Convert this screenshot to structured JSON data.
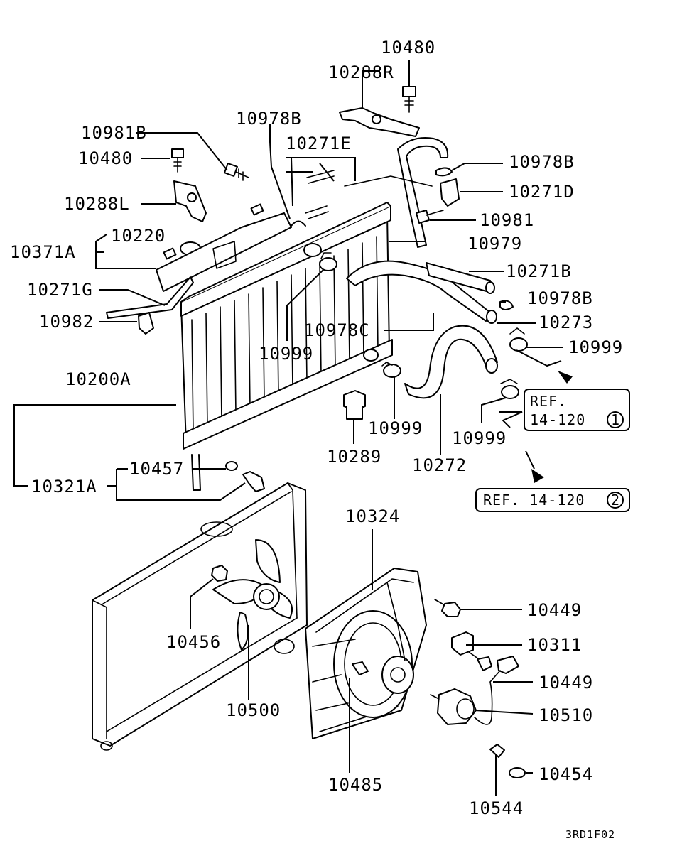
{
  "labels": {
    "l10480a": "10480",
    "l10288R": "10288R",
    "l10978Ba": "10978B",
    "l10981B": "10981B",
    "l10271E": "10271E",
    "l10480b": "10480",
    "l10978Bb": "10978B",
    "l10271D": "10271D",
    "l10288L": "10288L",
    "l10981": "10981",
    "l10220": "10220",
    "l10371A": "10371A",
    "l10979": "10979",
    "l10271B": "10271B",
    "l10271G": "10271G",
    "l10978Bc": "10978B",
    "l10982": "10982",
    "l10273": "10273",
    "l10978C": "10978C",
    "l10999a": "10999",
    "l10999b": "10999",
    "l10200A": "10200A",
    "l10999c": "10999",
    "l10999d": "10999",
    "l10289": "10289",
    "l10272": "10272",
    "l10457": "10457",
    "l10321A": "10321A",
    "l10324": "10324",
    "l10449a": "10449",
    "l10456": "10456",
    "l10311": "10311",
    "l10449b": "10449",
    "l10500": "10500",
    "l10510": "10510",
    "l10485": "10485",
    "l10454": "10454",
    "l10544": "10544"
  },
  "refs": {
    "ref1_line1": "REF.",
    "ref1_line2": "14-120",
    "ref1_circle": "1",
    "ref2_text": "REF. 14-120",
    "ref2_circle": "2"
  },
  "diagram_code": "3RD1F02"
}
